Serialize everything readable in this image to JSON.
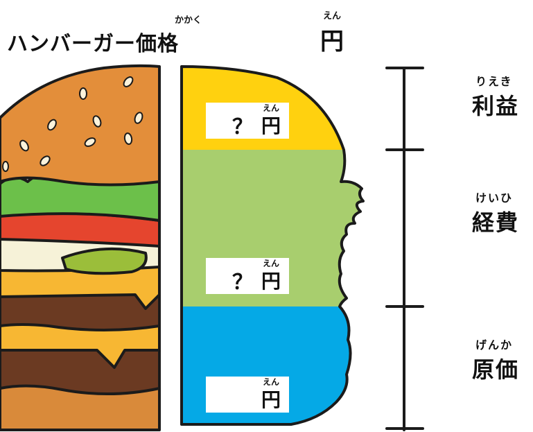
{
  "title": {
    "text": "ハンバーガー価格",
    "ruby": "かかく",
    "yen": "円",
    "yen_ruby": "えん"
  },
  "segments": [
    {
      "name": "profit",
      "color": "#FFD10F",
      "value_text": "？",
      "unit": "円",
      "unit_ruby": "えん"
    },
    {
      "name": "expenses",
      "color": "#A8CE6E",
      "value_text": "？",
      "unit": "円",
      "unit_ruby": "えん"
    },
    {
      "name": "cost",
      "color": "#05A9E6",
      "value_text": "",
      "unit": "円",
      "unit_ruby": "えん"
    }
  ],
  "labels": [
    {
      "text": "利益",
      "ruby": "りえき"
    },
    {
      "text": "経費",
      "ruby": "けいひ"
    },
    {
      "text": "原価",
      "ruby": "げんか"
    }
  ]
}
